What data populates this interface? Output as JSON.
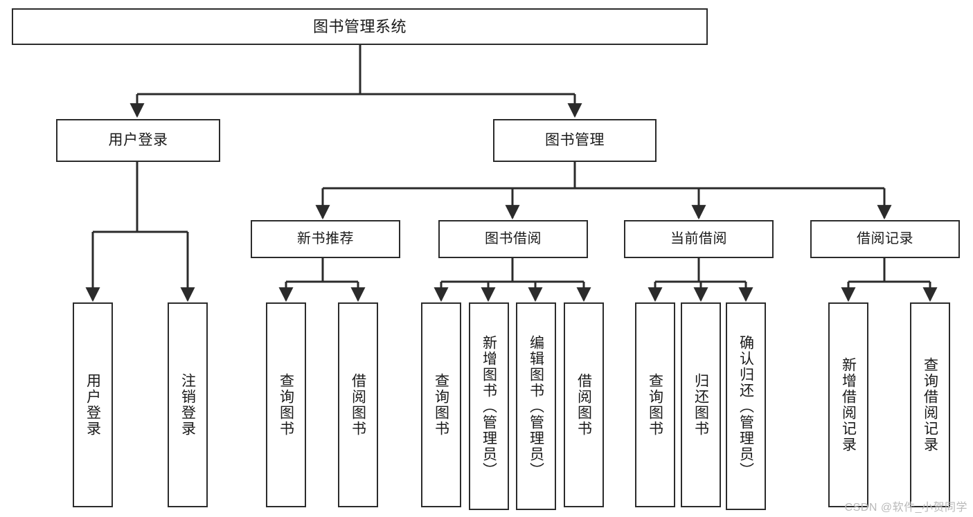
{
  "diagram": {
    "title": "图书管理系统",
    "type": "tree-hierarchy-chart",
    "watermark": "CSDN @软件_小贺同学",
    "colors": {
      "stroke": "#2b2b2b",
      "fill": "#ffffff",
      "text": "#1a1a1a",
      "watermark": "#b9b9b9"
    },
    "nodes": {
      "root": {
        "label": "图书管理系统"
      },
      "level2": [
        {
          "label": "用户登录"
        },
        {
          "label": "图书管理"
        }
      ],
      "level3": [
        {
          "label": "新书推荐"
        },
        {
          "label": "图书借阅"
        },
        {
          "label": "当前借阅"
        },
        {
          "label": "借阅记录"
        }
      ],
      "leaves": {
        "user_login": [
          {
            "label": "用户登录"
          },
          {
            "label": "注销登录"
          }
        ],
        "new_book_recommend": [
          {
            "label": "查询图书"
          },
          {
            "label": "借阅图书"
          }
        ],
        "book_borrow": [
          {
            "label": "查询图书"
          },
          {
            "label": "新增图书（管理员）"
          },
          {
            "label": "编辑图书（管理员）"
          },
          {
            "label": "借阅图书"
          }
        ],
        "current_borrow": [
          {
            "label": "查询图书"
          },
          {
            "label": "归还图书"
          },
          {
            "label": "确认归还（管理员）"
          }
        ],
        "borrow_record": [
          {
            "label": "新增借阅记录"
          },
          {
            "label": "查询借阅记录"
          }
        ]
      }
    }
  }
}
